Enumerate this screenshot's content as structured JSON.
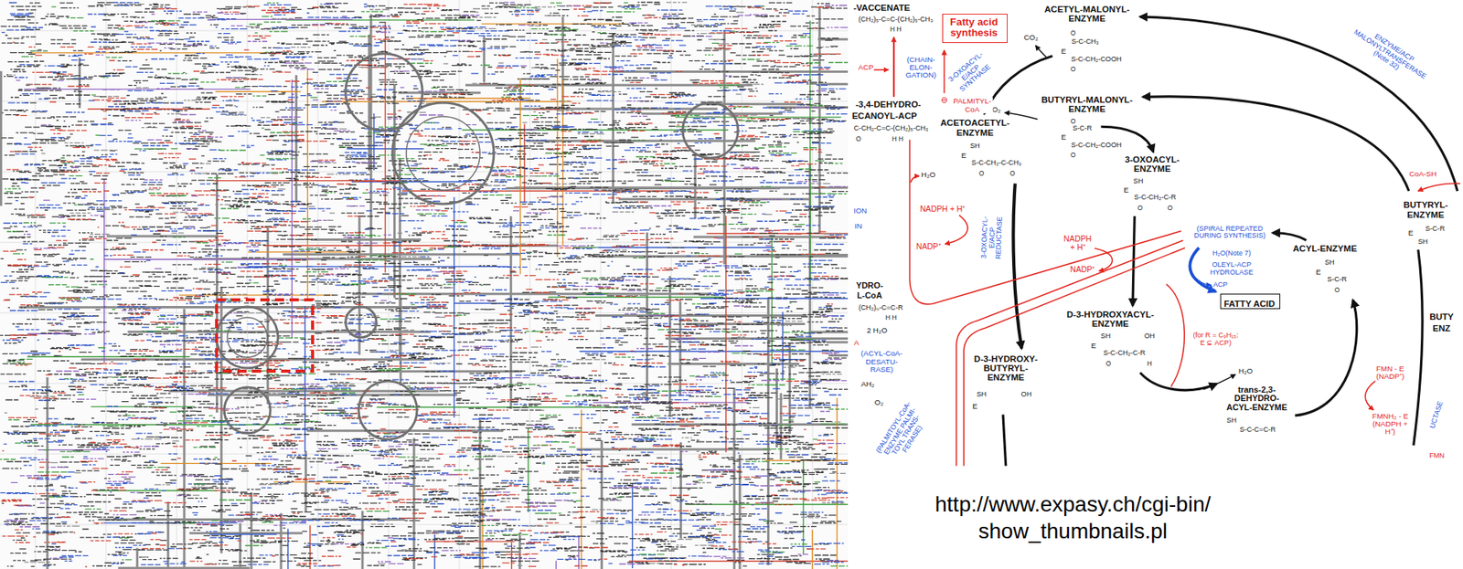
{
  "diagram": {
    "caption": "http://www.expasy.ch/cgi-bin/ show_thumbnails.pl",
    "nodes": [
      {
        "text": [
          "Fatty acid synthesis"
        ]
      },
      {
        "text": [
          "FATTY ACID"
        ]
      }
    ],
    "labels": [
      "-VACCENATE",
      "(CH₂)₅-C=C-(CH₂)₅-CH₃",
      "H H",
      "ACP",
      "(CHAIN- ELON- GATION)",
      "-3,4-DEHYDRO-",
      "ECANOYL-ACP",
      "C-CH₂-C=C-(CH₂)₅-CH₃",
      "O",
      "H H",
      "H₂O",
      "ION",
      "IN",
      "YDRO-",
      "L-CoA",
      "(CH₂)ₙ-C=C-R",
      "H H",
      "2 H₂O",
      "A",
      "(ACYL-CoA- DESATU- RASE)",
      "AH₂",
      "O₂",
      "3-OXOACYL- E/ACP SYNTHASE",
      "CO₂",
      "ACETYL-MALONYL- ENZYME",
      "O",
      "S-C-CH₃",
      "E",
      "S-C-CH₂-COOH",
      "O",
      "ENZYME/ACP MALONYLTRANSFERASE (Note 32)",
      "BUTYRYL-MALONYL- ENZYME",
      "CO₂",
      "O",
      "S-C-R",
      "E",
      "S-C-CH₂-COOH",
      "O",
      "ACETOACETYL- ENZYME",
      "SH",
      "E",
      "S-C-CH₂-C-CH₃",
      "O",
      "O",
      "3-OXOACYL- ENZYME",
      "SH",
      "E",
      "S-C-CH₂-C-R",
      "O",
      "O",
      "CoA-SH",
      "BUTYRYL- ENZYME",
      "E",
      "S-C-R",
      "SH",
      "NADPH + H⁺",
      "NADP⁺",
      "3-OXOACYL- E/ACP REDUCTASE",
      "NADPH + H⁺",
      "NADP⁺",
      "(SPIRAL REPEATED DURING SYNTHESIS)",
      "H₂O(Note 7)",
      "OLEYL-ACP HYDROLASE",
      "ACP",
      "ACYL-ENZYME",
      "SH",
      "E",
      "S-C-R",
      "O",
      "D-3-HYDROXYACYL- ENZYME",
      "SH",
      "OH",
      "E",
      "S-C-CH₂-C-R",
      "O",
      "H",
      "(for R = C₉H₁₅: E ⊆ ACP)",
      "H₂O",
      "trans-2,3- DEHYDRO- ACYL-ENZYME",
      "SH",
      "S-C-C=C-R",
      "D-3-HYDROXY- BUTYRYL- ENZYME",
      "SH",
      "OH",
      "E",
      "FMN - E (NADP⁺)",
      "FMNH₂ - E (NADPH + H⁺)",
      "(PALMITOYL-CoA- ENZYME PALMI- TOYL TRANS- FERASE)",
      "BUTY",
      "ENZ",
      "UCTASE",
      "FMN",
      "⊖",
      "PALMITYL- CoA"
    ]
  }
}
